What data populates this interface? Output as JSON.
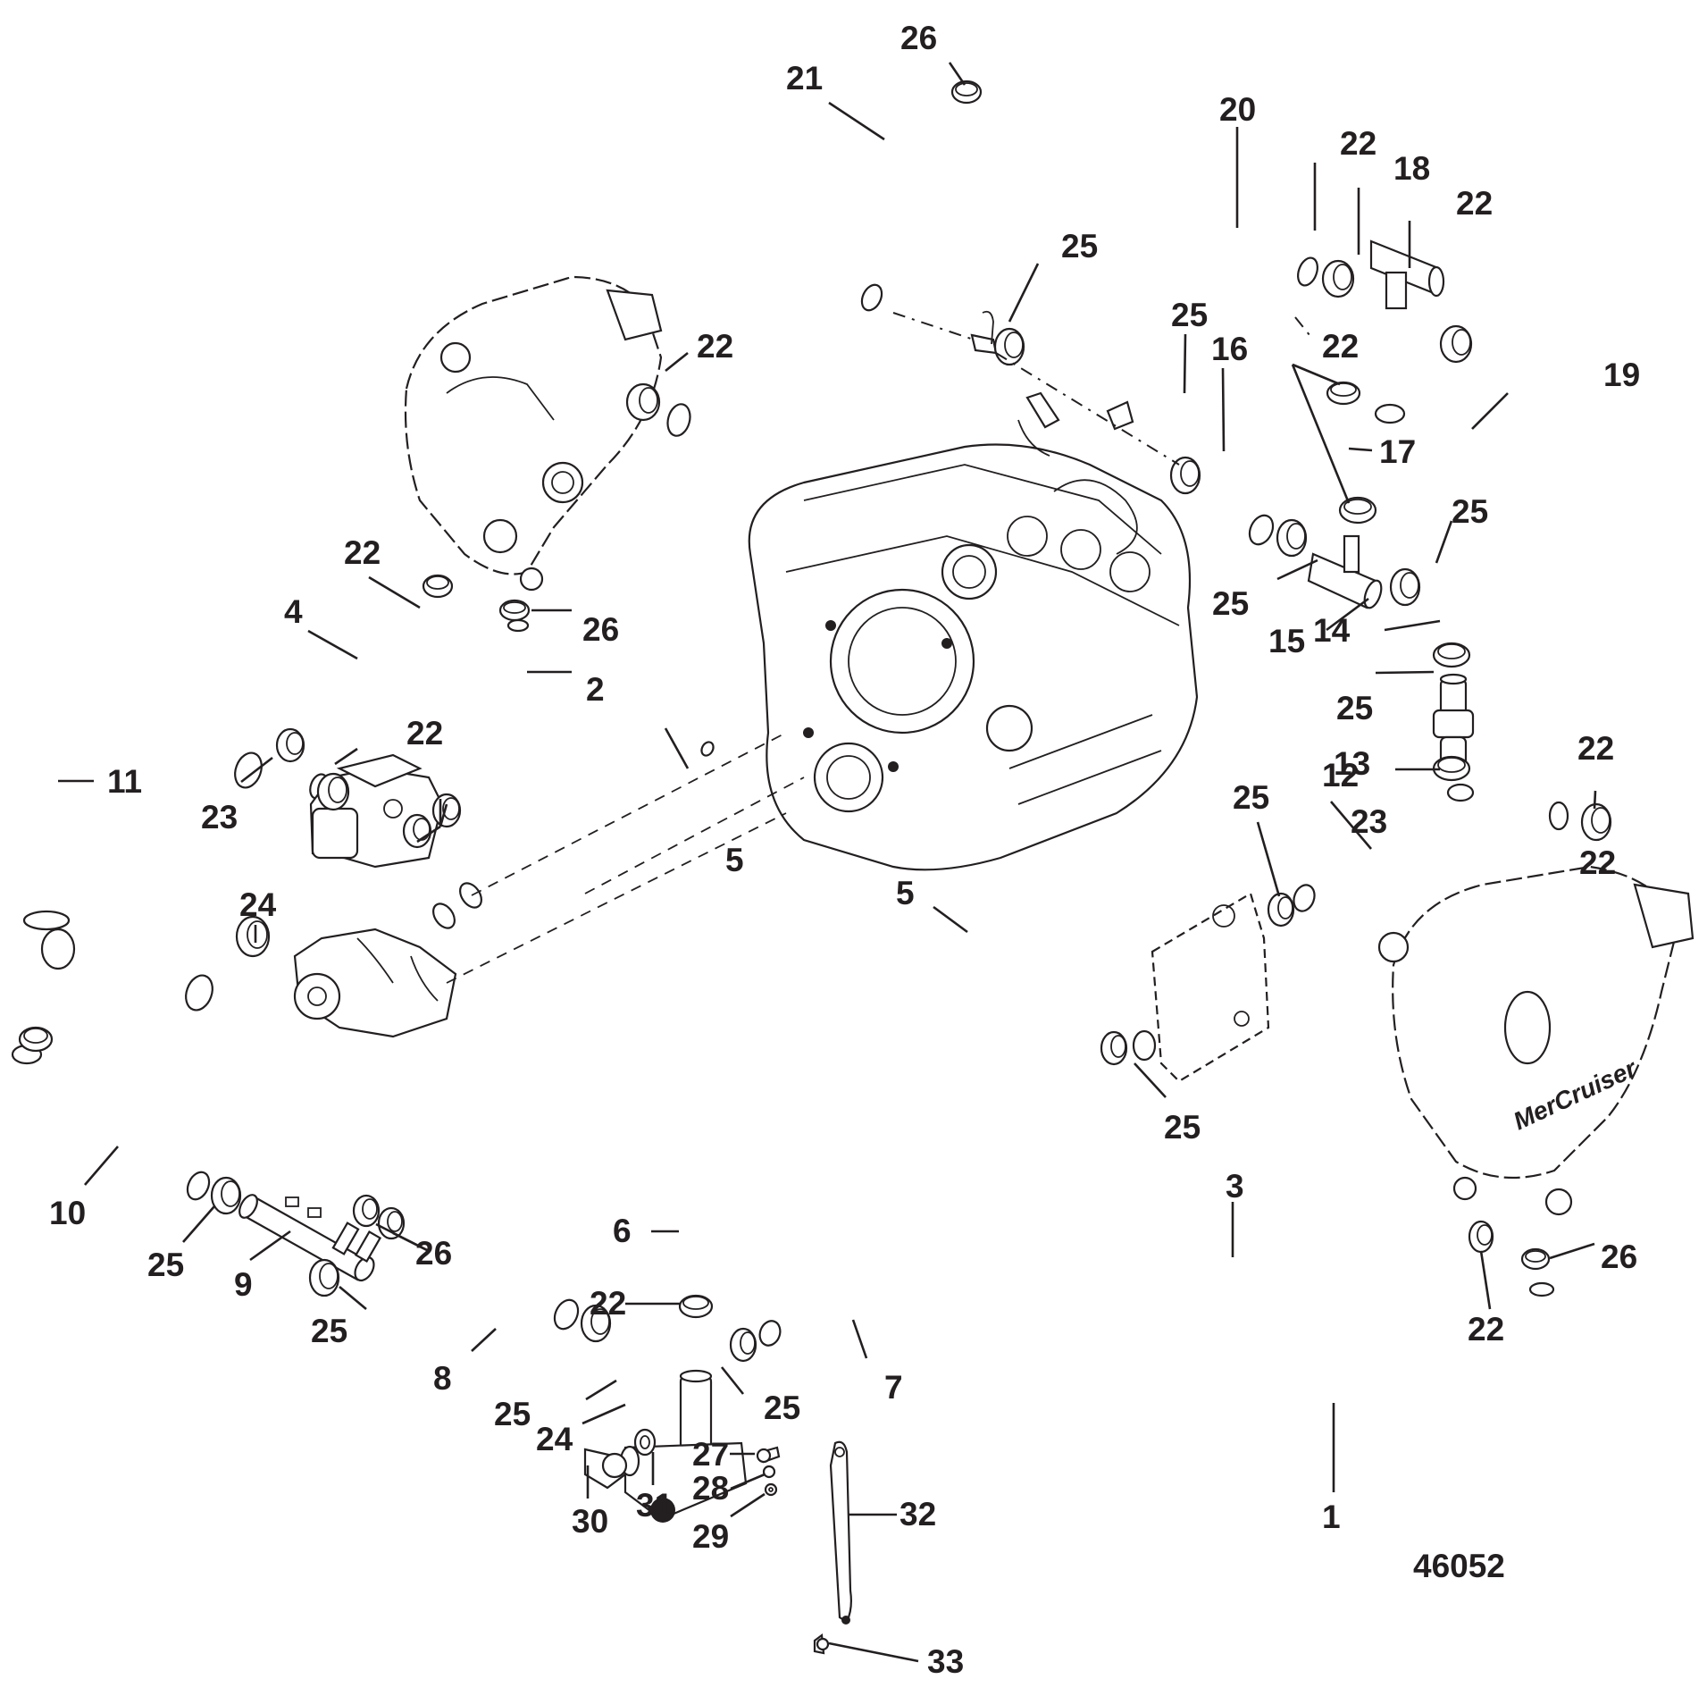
{
  "diagram": {
    "title": "Cooling system hose routing — exploded parts view",
    "figure_number": "46052",
    "colors": {
      "ink": "#231f20",
      "background": "#ffffff"
    },
    "callouts": [
      {
        "id": "c26a",
        "label": "26"
      },
      {
        "id": "c21",
        "label": "21"
      },
      {
        "id": "c20",
        "label": "20"
      },
      {
        "id": "c22a",
        "label": "22"
      },
      {
        "id": "c18",
        "label": "18"
      },
      {
        "id": "c22b",
        "label": "22"
      },
      {
        "id": "c25a",
        "label": "25"
      },
      {
        "id": "c22c",
        "label": "22"
      },
      {
        "id": "c19",
        "label": "19"
      },
      {
        "id": "c22d",
        "label": "22"
      },
      {
        "id": "c25b",
        "label": "25"
      },
      {
        "id": "c16",
        "label": "16"
      },
      {
        "id": "c17",
        "label": "17"
      },
      {
        "id": "c25c",
        "label": "25"
      },
      {
        "id": "c25d",
        "label": "25"
      },
      {
        "id": "c15",
        "label": "15"
      },
      {
        "id": "c14",
        "label": "14"
      },
      {
        "id": "c22e",
        "label": "22"
      },
      {
        "id": "c26b",
        "label": "26"
      },
      {
        "id": "c4",
        "label": "4"
      },
      {
        "id": "c2",
        "label": "2"
      },
      {
        "id": "c25e",
        "label": "25"
      },
      {
        "id": "c13",
        "label": "13"
      },
      {
        "id": "c22f",
        "label": "22"
      },
      {
        "id": "c22g",
        "label": "22"
      },
      {
        "id": "c11",
        "label": "11"
      },
      {
        "id": "c23a",
        "label": "23"
      },
      {
        "id": "c5a",
        "label": "5"
      },
      {
        "id": "c23b",
        "label": "23"
      },
      {
        "id": "c12",
        "label": "12"
      },
      {
        "id": "c25f",
        "label": "25"
      },
      {
        "id": "c22h",
        "label": "22"
      },
      {
        "id": "c24a",
        "label": "24"
      },
      {
        "id": "c5b",
        "label": "5"
      },
      {
        "id": "c25g",
        "label": "25"
      },
      {
        "id": "c10",
        "label": "10"
      },
      {
        "id": "c3",
        "label": "3"
      },
      {
        "id": "c25h",
        "label": "25"
      },
      {
        "id": "c26c",
        "label": "26"
      },
      {
        "id": "c9",
        "label": "9"
      },
      {
        "id": "c6",
        "label": "6"
      },
      {
        "id": "c22i",
        "label": "22"
      },
      {
        "id": "c26d",
        "label": "26"
      },
      {
        "id": "c25i",
        "label": "25"
      },
      {
        "id": "c22j",
        "label": "22"
      },
      {
        "id": "c8",
        "label": "8"
      },
      {
        "id": "c7",
        "label": "7"
      },
      {
        "id": "c25j",
        "label": "25"
      },
      {
        "id": "c25k",
        "label": "25"
      },
      {
        "id": "c24b",
        "label": "24"
      },
      {
        "id": "c1",
        "label": "1"
      },
      {
        "id": "c27",
        "label": "27"
      },
      {
        "id": "c28",
        "label": "28"
      },
      {
        "id": "c29",
        "label": "29"
      },
      {
        "id": "c30",
        "label": "30"
      },
      {
        "id": "c31",
        "label": "31"
      },
      {
        "id": "c32",
        "label": "32"
      },
      {
        "id": "c33",
        "label": "33"
      }
    ],
    "manifold_logo_text": "MerCruiser"
  }
}
